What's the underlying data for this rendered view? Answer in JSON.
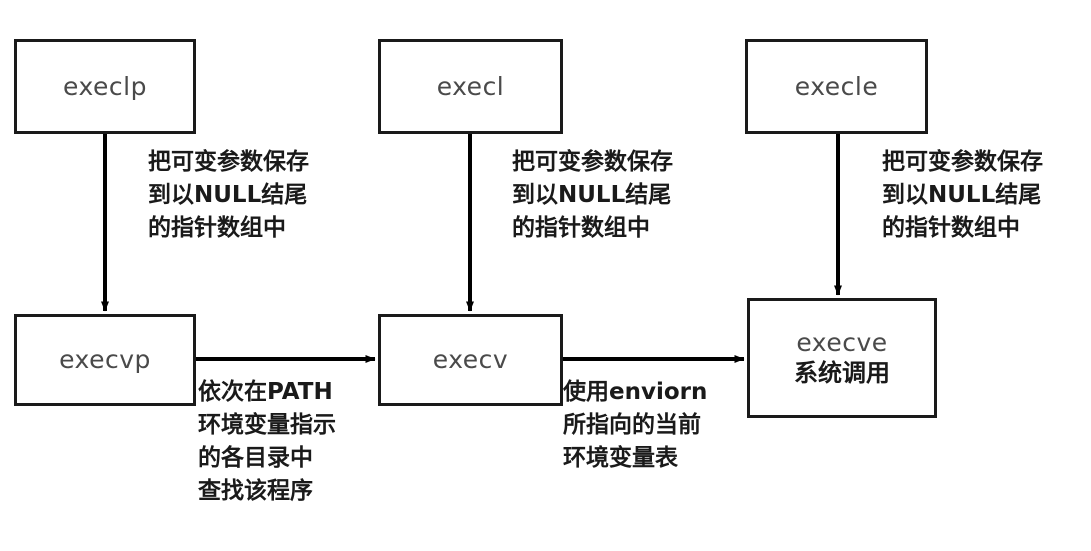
{
  "diagram": {
    "title": "exec family function relationship diagram",
    "colors": {
      "background": "#ffffff",
      "box_border": "#1a1a1a",
      "box_fill": "#ffffff",
      "box_label_text": "#4a4a4a",
      "edge_text": "#1a1a1a",
      "arrow": "#000000"
    },
    "nodes": [
      {
        "id": "execlp",
        "label": "execlp",
        "sublabel": ""
      },
      {
        "id": "execl",
        "label": "execl",
        "sublabel": ""
      },
      {
        "id": "execle",
        "label": "execle",
        "sublabel": ""
      },
      {
        "id": "execvp",
        "label": "execvp",
        "sublabel": ""
      },
      {
        "id": "execv",
        "label": "execv",
        "sublabel": ""
      },
      {
        "id": "execve",
        "label": "execve",
        "sublabel": "系统调用"
      }
    ],
    "edges": [
      {
        "id": "execlp-to-execvp",
        "from": "execlp",
        "to": "execvp",
        "direction": "down",
        "label": "把可变参数保存\n到以NULL结尾\n的指针数组中"
      },
      {
        "id": "execl-to-execv",
        "from": "execl",
        "to": "execv",
        "direction": "down",
        "label": "把可变参数保存\n到以NULL结尾\n的指针数组中"
      },
      {
        "id": "execle-to-execve",
        "from": "execle",
        "to": "execve",
        "direction": "down",
        "label": "把可变参数保存\n到以NULL结尾\n的指针数组中"
      },
      {
        "id": "execvp-to-execv",
        "from": "execvp",
        "to": "execv",
        "direction": "right",
        "label": "依次在PATH\n环境变量指示\n的各目录中\n查找该程序"
      },
      {
        "id": "execv-to-execve",
        "from": "execv",
        "to": "execve",
        "direction": "right",
        "label": "使用enviorn\n所指向的当前\n环境变量表"
      }
    ]
  }
}
